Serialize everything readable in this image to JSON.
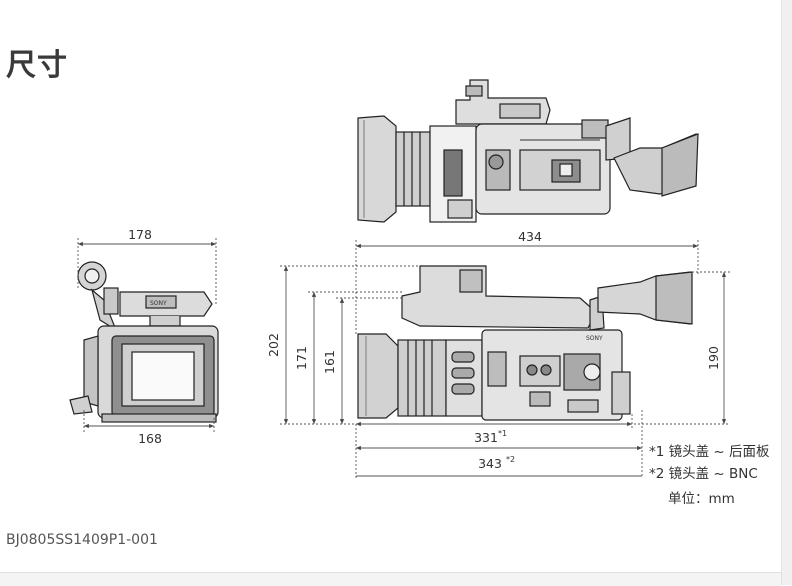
{
  "title": "尺寸",
  "dimensions": {
    "width_top": "178",
    "length_top": "434",
    "height_202": "202",
    "height_171": "171",
    "height_161": "161",
    "height_190": "190",
    "bottom_width": "168",
    "length_331": "331",
    "length_331_mark": "*1",
    "length_343": "343",
    "length_343_mark": "*2"
  },
  "notes": {
    "note1": "*1 镜头盖 ~ 后面板",
    "note2": "*2 镜头盖 ~ BNC",
    "unit": "单位：mm"
  },
  "doc_code": "BJ0805SS1409P1-001",
  "brand": "SONY"
}
